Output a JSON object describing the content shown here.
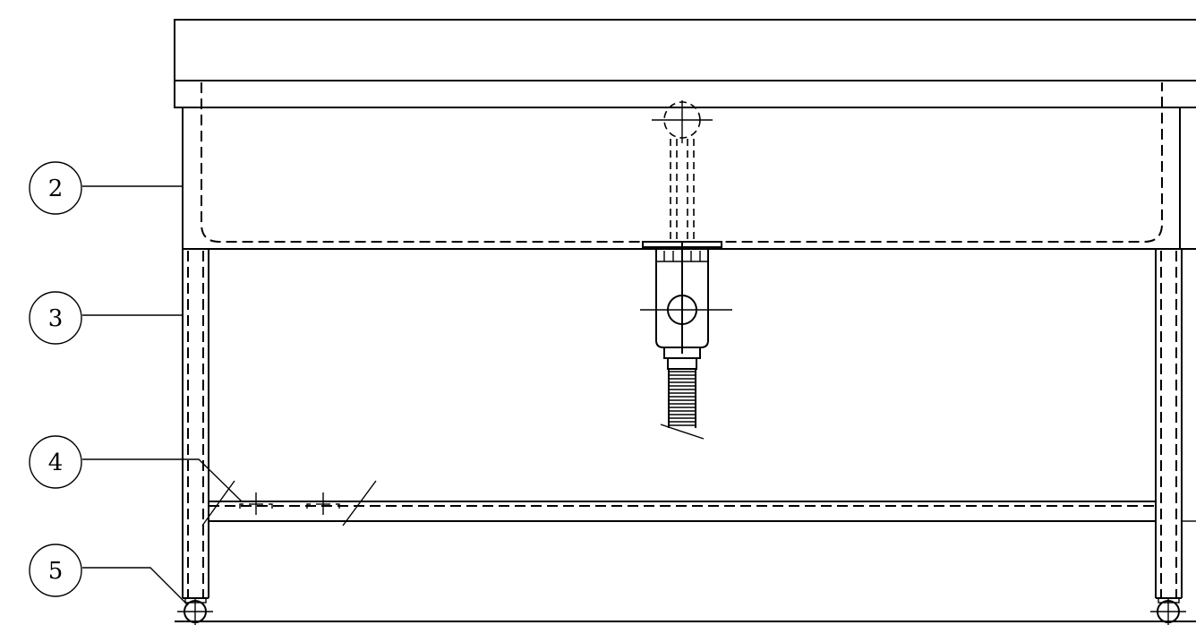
{
  "callouts": [
    {
      "id": "callout-2",
      "label": "2"
    },
    {
      "id": "callout-3",
      "label": "3"
    },
    {
      "id": "callout-4",
      "label": "4"
    },
    {
      "id": "callout-5",
      "label": "5"
    }
  ]
}
